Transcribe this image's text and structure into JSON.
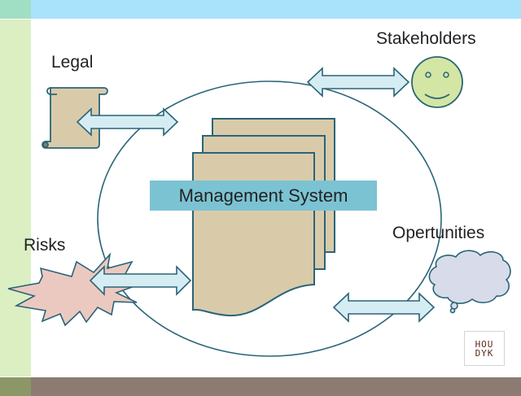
{
  "slide": {
    "title": "Management System",
    "labels": {
      "legal": "Legal",
      "stakeholders": "Stakeholders",
      "risks": "Risks",
      "opportunities": "Opertunities"
    },
    "logo": {
      "line1": "HOU",
      "line2": "DYK"
    }
  },
  "icons": {
    "legal": "scroll-icon",
    "stakeholders": "smiley-face-icon",
    "risks": "explosion-icon",
    "opportunities": "thought-cloud-icon",
    "center": "stacked-documents-icon",
    "connector": "double-arrow-icon"
  },
  "colors": {
    "top_band": "#a9e2fb",
    "left_band": "#dbefc2",
    "bottom_band": "#8b7b73",
    "outline": "#2a6478",
    "document_fill": "#d9cbaa",
    "arrow_fill": "#d6ecf3",
    "banner": "#7bc3d3",
    "smiley_fill": "#d3e6a4",
    "burst_fill": "#ebc9c0",
    "cloud_fill": "#d8dcea"
  }
}
